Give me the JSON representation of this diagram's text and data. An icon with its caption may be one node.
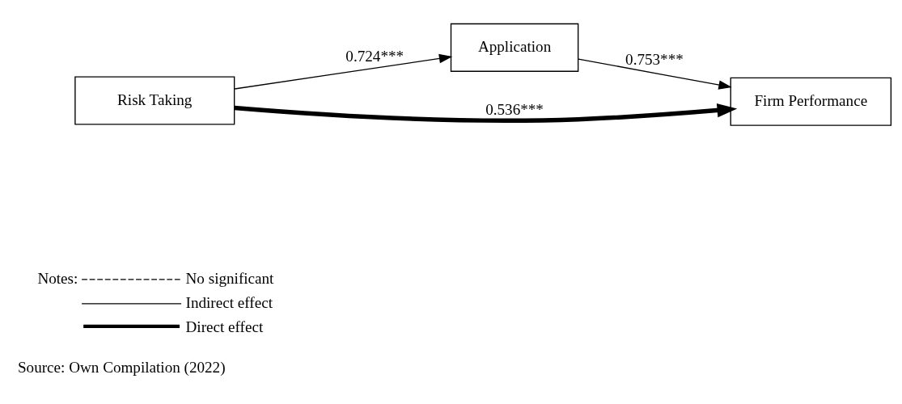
{
  "diagram": {
    "caption": "Source: Own Compilation (2022)",
    "nodes": [
      {
        "text": [
          "Application"
        ]
      },
      {
        "text": [
          "Risk Taking"
        ]
      },
      {
        "text": [
          "Firm Performance"
        ]
      }
    ],
    "edges": [
      {
        "from": 1,
        "to": 0,
        "arrow": "to",
        "label": "0.724***"
      },
      {
        "from": 0,
        "to": 2,
        "arrow": "to",
        "label": "0.753***"
      },
      {
        "from": 1,
        "to": 2,
        "arrow": "to",
        "label": "0.536***",
        "style": "thick"
      }
    ],
    "labels": [
      "Notes:"
    ],
    "legend": [
      {
        "text": "No significant"
      },
      {
        "text": "Indirect effect"
      },
      {
        "text": "Direct effect"
      }
    ]
  }
}
